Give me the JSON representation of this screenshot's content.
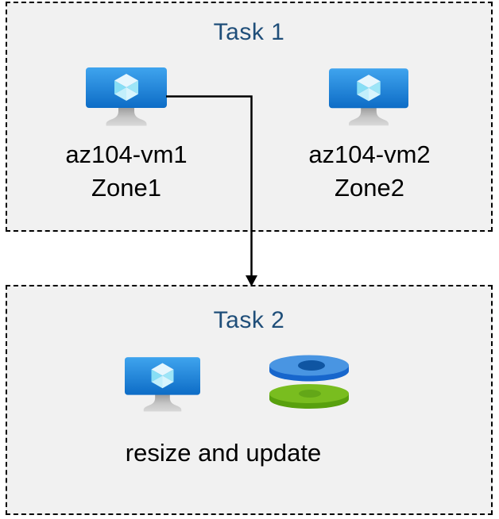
{
  "diagram": {
    "task1": {
      "title": "Task 1",
      "vms": [
        {
          "name": "az104-vm1",
          "zone": "Zone1"
        },
        {
          "name": "az104-vm2",
          "zone": "Zone2"
        }
      ]
    },
    "task2": {
      "title": "Task 2",
      "caption": "resize and update"
    },
    "icons": {
      "vm": "azure-virtual-machine-icon",
      "disks": "azure-managed-disks-icon",
      "connector": "elbow-arrow-connector"
    },
    "colors": {
      "box_fill": "#f1f1f1",
      "box_border": "#000000",
      "title_text": "#1f4e79",
      "label_text": "#000000",
      "vm_screen_top": "#3fa4ee",
      "vm_screen_bottom": "#0d6cc6",
      "disk_blue_top": "#4995e2",
      "disk_blue_side": "#1766cc",
      "disk_blue_hole": "#0f55a2",
      "disk_green_top": "#79bd1f",
      "disk_green_side": "#58a00e",
      "disk_green_hole": "#63a718"
    }
  }
}
